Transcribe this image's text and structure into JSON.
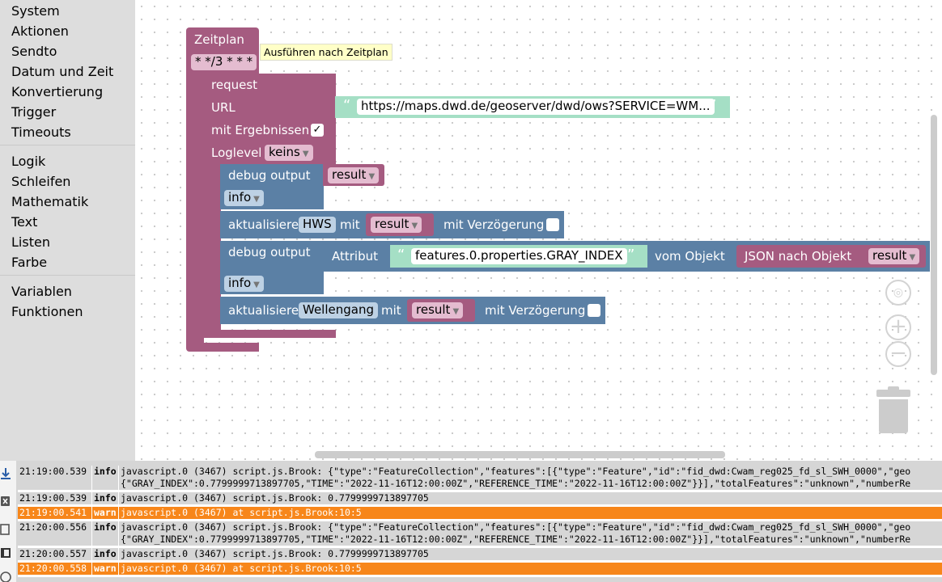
{
  "toolbox": {
    "group1": [
      "System",
      "Aktionen",
      "Sendto",
      "Datum und Zeit",
      "Konvertierung",
      "Trigger",
      "Timeouts"
    ],
    "group2": [
      "Logik",
      "Schleifen",
      "Mathematik",
      "Text",
      "Listen",
      "Farbe"
    ],
    "group3": [
      "Variablen",
      "Funktionen"
    ]
  },
  "blocks": {
    "schedule": {
      "label": "Zeitplan",
      "cron": "* */3 * * *",
      "tooltip": "Ausführen nach Zeitplan"
    },
    "request": {
      "label": "request",
      "url_label": "URL",
      "url_value": "https://maps.dwd.de/geoserver/dwd/ows?SERVICE=WM...",
      "results_label": "mit Ergebnissen",
      "results_check": "✓",
      "loglevel_label": "Loglevel",
      "loglevel_value": "keins"
    },
    "debug1": {
      "label": "debug output",
      "var": "result",
      "level": "info"
    },
    "update1": {
      "label": "aktualisiere",
      "target": "HWS",
      "mit": "mit",
      "var": "result",
      "delay_label": "mit Verzögerung"
    },
    "debug2": {
      "label": "debug output",
      "attr_label": "Attribut",
      "attr_value": "features.0.properties.GRAY_INDEX",
      "obj_label": "vom Objekt",
      "json_label": "JSON nach Objekt",
      "var": "result",
      "level": "info"
    },
    "update2": {
      "label": "aktualisiere",
      "target": "Wellengang",
      "mit": "mit",
      "var": "result",
      "delay_label": "mit Verzögerung"
    },
    "quote_open": "“",
    "quote_close": "”",
    "dropdown_arrow": "▼"
  },
  "controls": {
    "zoom_in": "+",
    "zoom_out": "−"
  },
  "log": {
    "rows": [
      {
        "time": "21:19:00.539",
        "sev": "info",
        "msg": "javascript.0 (3467) script.js.Brook: {\"type\":\"FeatureCollection\",\"features\":[{\"type\":\"Feature\",\"id\":\"fid_dwd:Cwam_reg025_fd_sl_SWH_0000\",\"geo",
        "msg2": "{\"GRAY_INDEX\":0.7799999713897705,\"TIME\":\"2022-11-16T12:00:00Z\",\"REFERENCE_TIME\":\"2022-11-16T12:00:00Z\"}}],\"totalFeatures\":\"unknown\",\"numberRe"
      },
      {
        "time": "21:19:00.539",
        "sev": "info",
        "msg": "javascript.0 (3467) script.js.Brook: 0.7799999713897705"
      },
      {
        "time": "21:19:00.541",
        "sev": "warn",
        "msg": "javascript.0 (3467) at script.js.Brook:10:5"
      },
      {
        "time": "21:20:00.556",
        "sev": "info",
        "msg": "javascript.0 (3467) script.js.Brook: {\"type\":\"FeatureCollection\",\"features\":[{\"type\":\"Feature\",\"id\":\"fid_dwd:Cwam_reg025_fd_sl_SWH_0000\",\"geo",
        "msg2": "{\"GRAY_INDEX\":0.7799999713897705,\"TIME\":\"2022-11-16T12:00:00Z\",\"REFERENCE_TIME\":\"2022-11-16T12:00:00Z\"}}],\"totalFeatures\":\"unknown\",\"numberRe"
      },
      {
        "time": "21:20:00.557",
        "sev": "info",
        "msg": "javascript.0 (3467) script.js.Brook: 0.7799999713897705"
      },
      {
        "time": "21:20:00.558",
        "sev": "warn",
        "msg": "javascript.0 (3467) at script.js.Brook:10:5"
      }
    ]
  }
}
